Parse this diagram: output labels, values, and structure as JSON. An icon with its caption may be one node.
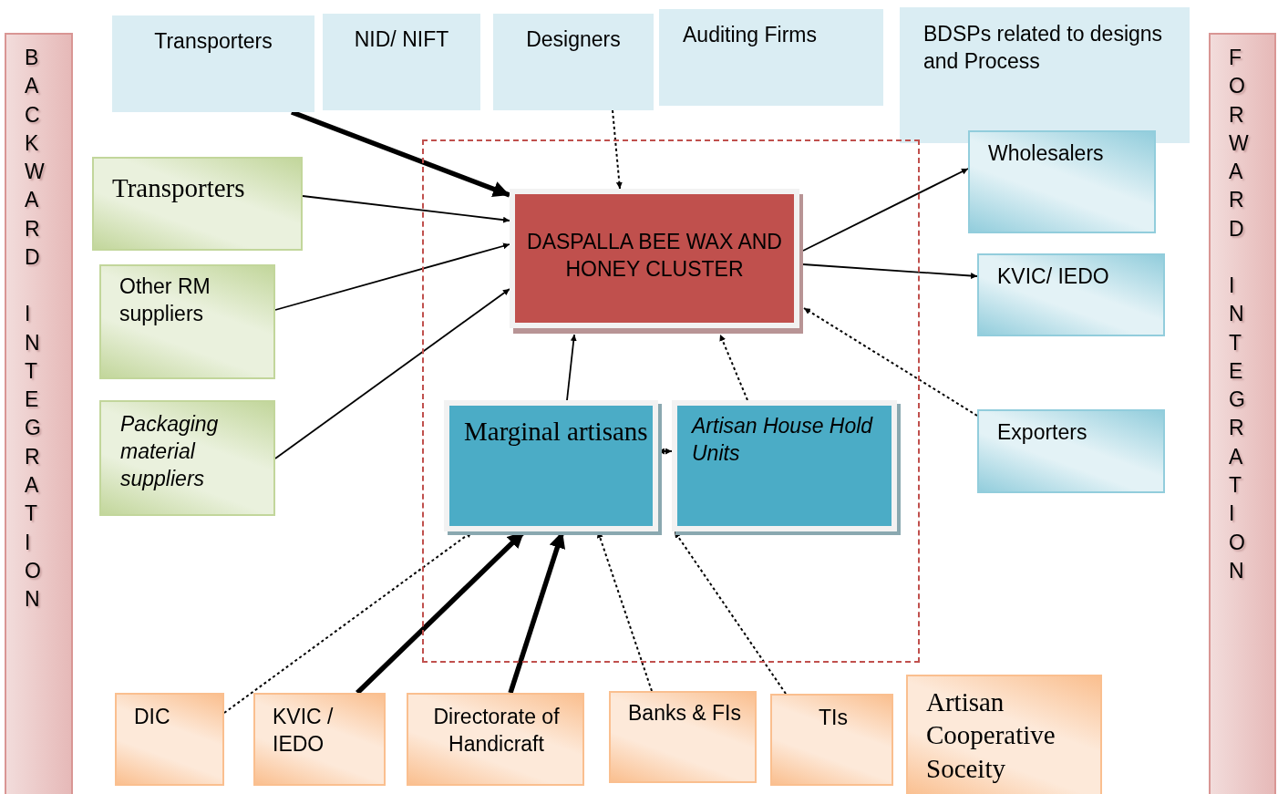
{
  "diagram": {
    "nodes": [
      {
        "text": [
          "Transporters"
        ]
      },
      {
        "text": [
          "NID/ NIFT"
        ]
      },
      {
        "text": [
          "Designers"
        ]
      },
      {
        "text": [
          "Auditing Firms"
        ]
      },
      {
        "text": [
          "BDSPs related to designs and Process"
        ]
      },
      {
        "text": [
          "BACKWARD INTEGRATION"
        ]
      },
      {
        "text": [
          "FORWARD INTEGRATION"
        ]
      },
      {
        "text": [
          "Transporters"
        ]
      },
      {
        "text": [
          "Other RM suppliers"
        ]
      },
      {
        "text": [
          "Packaging material suppliers"
        ]
      },
      {
        "text": [],
        "shape": "box"
      },
      {
        "text": [
          "DASPALLA BEE WAX AND HONEY CLUSTER"
        ],
        "in": 10
      },
      {
        "text": [
          "Marginal artisans"
        ],
        "in": 10
      },
      {
        "text": [
          "Artisan House Hold Units"
        ],
        "in": 10
      },
      {
        "text": [
          "Wholesalers"
        ]
      },
      {
        "text": [
          "KVIC/ IEDO"
        ]
      },
      {
        "text": [
          "Exporters"
        ]
      },
      {
        "text": [
          "DIC"
        ]
      },
      {
        "text": [
          "KVIC / IEDO"
        ]
      },
      {
        "text": [
          "Directorate of Handicraft"
        ]
      },
      {
        "text": [
          "Banks & FIs"
        ]
      },
      {
        "text": [
          "TIs"
        ]
      },
      {
        "text": [
          "Artisan Cooperative Soceity"
        ]
      }
    ],
    "edges": [
      {
        "from": 0,
        "to": 11,
        "arrow": "to",
        "style": "thick"
      },
      {
        "from": 7,
        "to": 11,
        "arrow": "to"
      },
      {
        "from": 8,
        "to": 11,
        "arrow": "to"
      },
      {
        "from": 9,
        "to": 11,
        "arrow": "to"
      },
      {
        "from": 2,
        "to": 11,
        "arrow": "to",
        "style": "dashed"
      },
      {
        "from": 11,
        "to": 14,
        "arrow": "to"
      },
      {
        "from": 11,
        "to": 15,
        "arrow": "to"
      },
      {
        "from": 16,
        "to": 11,
        "arrow": "to",
        "style": "dashed"
      },
      {
        "from": 13,
        "to": 11,
        "arrow": "to",
        "style": "dashed"
      },
      {
        "from": 12,
        "to": 11,
        "arrow": "to"
      },
      {
        "from": 12,
        "to": 13,
        "arrow": "both",
        "style": "dashed"
      },
      {
        "from": 17,
        "to": 12,
        "arrow": "to",
        "style": "dashed"
      },
      {
        "from": 18,
        "to": 12,
        "arrow": "to",
        "style": "thick"
      },
      {
        "from": 19,
        "to": 12,
        "arrow": "to",
        "style": "thick"
      },
      {
        "from": 20,
        "to": 12,
        "arrow": "to",
        "style": "dashed"
      },
      {
        "from": 21,
        "to": 13,
        "arrow": "to",
        "style": "dashed"
      }
    ]
  }
}
